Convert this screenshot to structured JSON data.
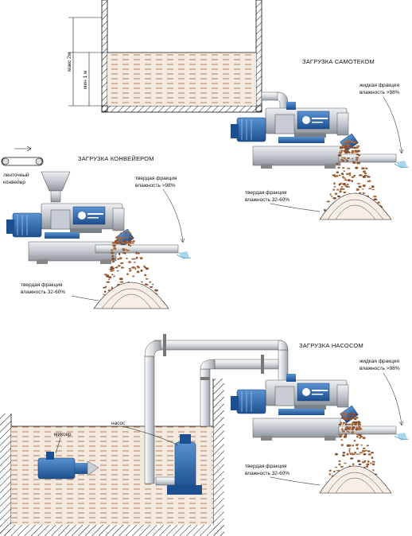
{
  "scenarios": {
    "gravity": {
      "title": "ЗАГРУЗКА САМОТЕКОМ",
      "liquid_line1": "жидкая фракция",
      "liquid_line2": "влажность >98%",
      "solid_line1": "твердая фракция",
      "solid_line2": "влажность 32-60%",
      "level_max": "макс 2м",
      "level_min": "мин 1 м"
    },
    "conveyor": {
      "title": "ЗАГРУЗКА КОНВЕЙЕРОМ",
      "conveyor_line1": "ленточный",
      "conveyor_line2": "конвейер",
      "liquid_line1": "твердая фракция",
      "liquid_line2": "влажность >98%",
      "solid_line1": "твердая фракция",
      "solid_line2": "влажность 32-60%"
    },
    "pump": {
      "title": "ЗАГРУЗКА НАСОСОМ",
      "mixer_label": "миксер",
      "pump_label": "насос",
      "liquid_line1": "жидкая фракция",
      "liquid_line2": "влажность >98%",
      "solid_line1": "твердая фракция",
      "solid_line2": "влажность 32-60%"
    }
  },
  "colors": {
    "machine_blue": "#2f6fb3",
    "motor_blue": "#1f5fa8",
    "steel_grey": "#c9ced4",
    "pipe_grey": "#d8dde2",
    "solids_brown": "#8a4f2a",
    "sludge": "#a0673f",
    "water": "#a9d6ea"
  }
}
